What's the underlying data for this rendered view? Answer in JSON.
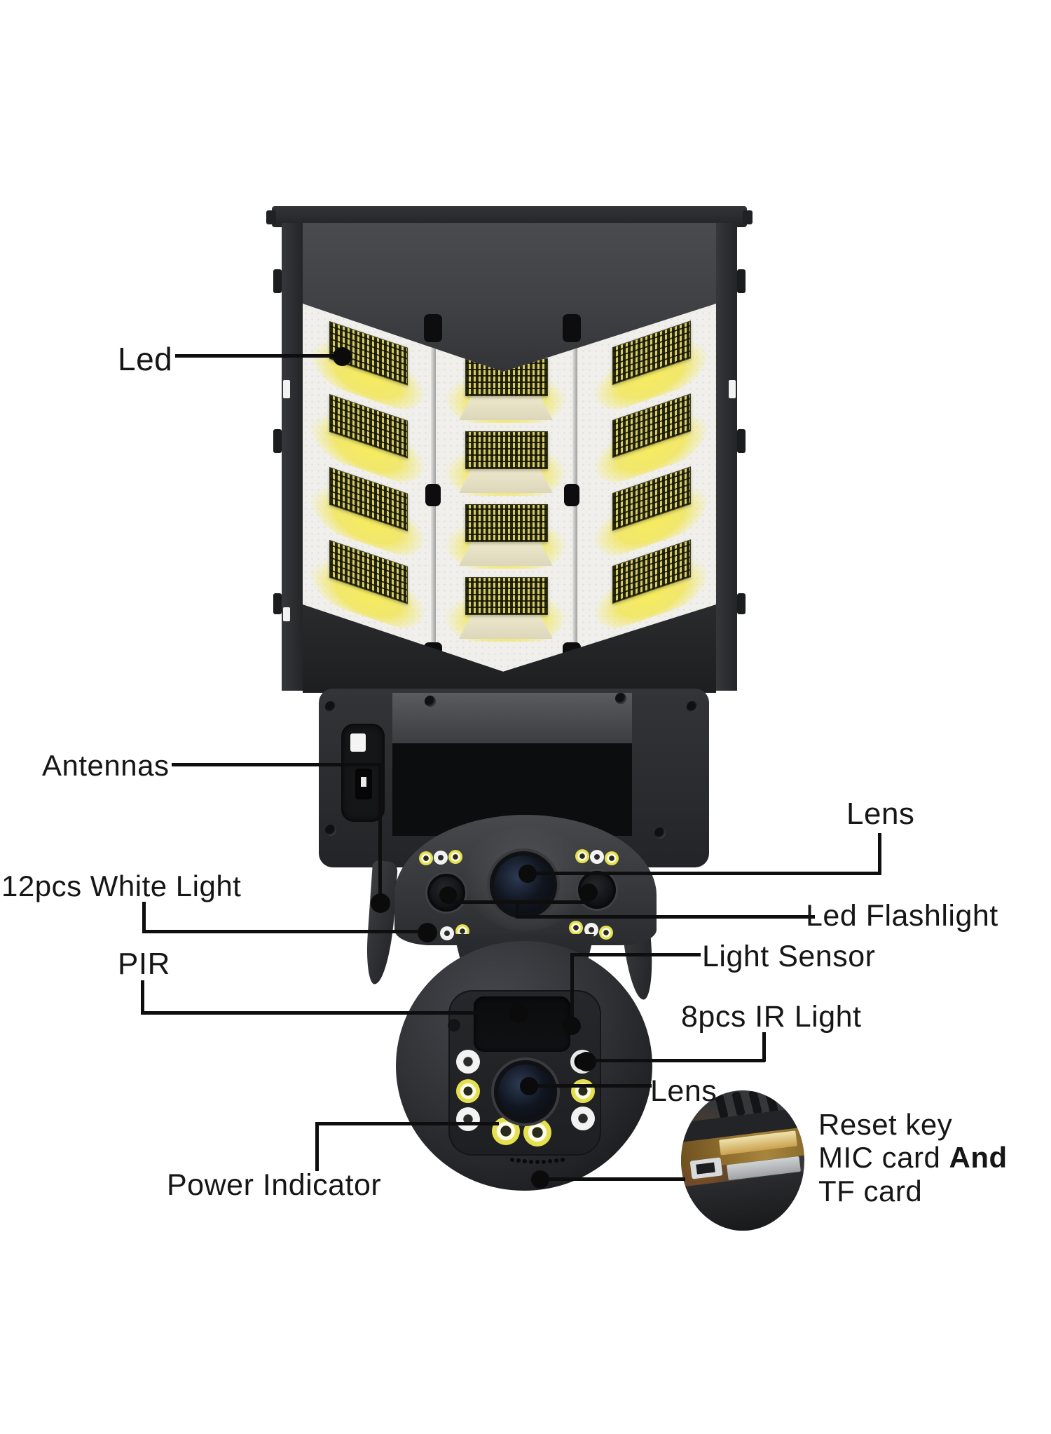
{
  "figure": {
    "type": "product annotation diagram",
    "subject": "solar street light with dual-lens PTZ security camera",
    "palette": {
      "background": "#ffffff",
      "leader_line": "#0e0e0e",
      "text": "#161616",
      "body_dark": "#2b2c2f",
      "led_yellow": "#f1e76e",
      "led_ring_yellow": "#e5e04e"
    },
    "labels": {
      "led": "Led",
      "antennas": "Antennas",
      "white_light": "12pcs White Light",
      "pir": "PIR",
      "lens_top": "Lens",
      "led_flashlight": "Led Flashlight",
      "light_sensor": "Light Sensor",
      "ir_light": "8pcs IR Light",
      "lens_bottom": "Lens",
      "power_indicator": "Power Indicator",
      "reset_line1": "Reset key",
      "reset_line2_prefix": "MIC card ",
      "reset_line2_bold": "And",
      "reset_line3": "TF card"
    },
    "annotations": [
      {
        "label": "Led",
        "points_to": "LED module on street light panel"
      },
      {
        "label": "Antennas",
        "points_to": "antenna fin beside camera"
      },
      {
        "label": "12pcs White Light",
        "points_to": "white light LEDs on camera turret"
      },
      {
        "label": "PIR",
        "points_to": "PIR sensor window on camera ball"
      },
      {
        "label": "Lens",
        "points_to": "main lens of upper camera"
      },
      {
        "label": "Led Flashlight",
        "points_to": "flashlight cups beside upper lens"
      },
      {
        "label": "Light Sensor",
        "points_to": "light sensor dot on camera ball"
      },
      {
        "label": "8pcs IR Light",
        "points_to": "IR LED on camera ball"
      },
      {
        "label": "Lens",
        "points_to": "lens of lower camera ball"
      },
      {
        "label": "Power Indicator",
        "points_to": "indicator LEDs at bottom of camera ball"
      },
      {
        "label": "Reset key MIC card And TF card",
        "points_to": "card slot compartment shown in circular inset"
      }
    ]
  }
}
